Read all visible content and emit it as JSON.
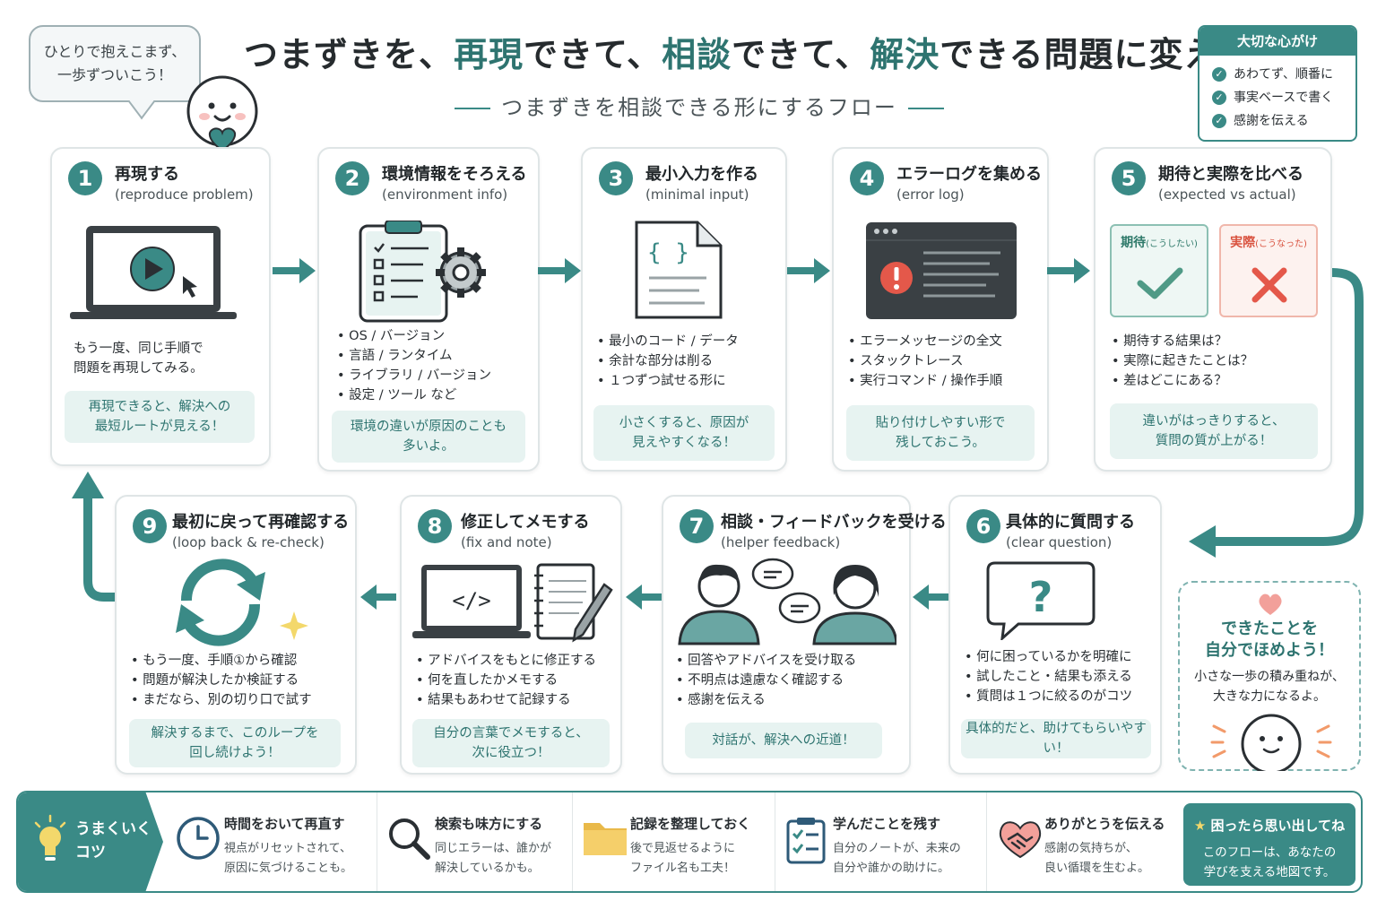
{
  "header": {
    "title_parts": [
      "つまずきを、",
      "再現",
      "できて、",
      "相談",
      "できて、",
      "解決",
      "できる問題に変える"
    ],
    "subtitle": "つまずきを相談できる形にするフロー"
  },
  "bubble": {
    "line1": "ひとりで抱えこまず、",
    "line2": "一歩ずついこう！"
  },
  "mindset": {
    "title": "大切な心がけ",
    "items": [
      "あわてず、順番に",
      "事実ベースで書く",
      "感謝を伝える"
    ]
  },
  "steps": [
    {
      "num": "1",
      "title": "再現する",
      "en": "(reproduce problem)",
      "desc": [
        "もう一度、同じ手順で",
        "問題を再現してみる。"
      ],
      "tip": "再現できると、解決への\n最短ルートが見える！"
    },
    {
      "num": "2",
      "title": "環境情報をそろえる",
      "en": "(environment info)",
      "bullets": [
        "OS / バージョン",
        "言語 / ランタイム",
        "ライブラリ / バージョン",
        "設定 / ツール など"
      ],
      "tip": "環境の違いが原因のことも\n多いよ。"
    },
    {
      "num": "3",
      "title": "最小入力を作る",
      "en": "(minimal input)",
      "bullets": [
        "最小のコード / データ",
        "余計な部分は削る",
        "１つずつ試せる形に"
      ],
      "tip": "小さくすると、原因が\n見えやすくなる！"
    },
    {
      "num": "4",
      "title": "エラーログを集める",
      "en": "(error log)",
      "bullets": [
        "エラーメッセージの全文",
        "スタックトレース",
        "実行コマンド / 操作手順"
      ],
      "tip": "貼り付けしやすい形で\n残しておこう。"
    },
    {
      "num": "5",
      "title": "期待と実際を比べる",
      "en": "(expected vs actual)",
      "expected": "期待",
      "expected_sub": "(こうしたい)",
      "actual": "実際",
      "actual_sub": "(こうなった)",
      "bullets": [
        "期待する結果は？",
        "実際に起きたことは？",
        "差はどこにある？"
      ],
      "tip": "違いがはっきりすると、\n質問の質が上がる！"
    },
    {
      "num": "6",
      "title": "具体的に質問する",
      "en": "(clear question)",
      "bullets": [
        "何に困っているかを明確に",
        "試したこと・結果も添える",
        "質問は１つに絞るのがコツ"
      ],
      "tip": "具体的だと、助けてもらいやすい！"
    },
    {
      "num": "7",
      "title": "相談・フィードバックを受ける",
      "en": "(helper feedback)",
      "bullets": [
        "回答やアドバイスを受け取る",
        "不明点は遠慮なく確認する",
        "感謝を伝える"
      ],
      "tip": "対話が、解決への近道！"
    },
    {
      "num": "8",
      "title": "修正してメモする",
      "en": "(fix and note)",
      "bullets": [
        "アドバイスをもとに修正する",
        "何を直したかメモする",
        "結果もあわせて記録する"
      ],
      "tip": "自分の言葉でメモすると、\n次に役立つ！"
    },
    {
      "num": "9",
      "title": "最初に戻って再確認する",
      "en": "(loop back & re-check)",
      "bullets": [
        "もう一度、手順①から確認",
        "問題が解決したか検証する",
        "まだなら、別の切り口で試す"
      ],
      "tip": "解決するまで、このループを\n回し続けよう！"
    }
  ],
  "praise": {
    "title": "できたことを\n自分でほめよう！",
    "body": "小さな一歩の積み重ねが、\n大きな力になるよ。"
  },
  "tips": {
    "label": "うまくいく\nコツ",
    "items": [
      {
        "icon": "clock-icon",
        "title": "時間をおいて再直す",
        "body": "視点がリセットされて、\n原因に気づけることも。"
      },
      {
        "icon": "magnifier-icon",
        "title": "検索も味方にする",
        "body": "同じエラーは、誰かが\n解決しているかも。"
      },
      {
        "icon": "folder-icon",
        "title": "記録を整理しておく",
        "body": "後で見返せるように\nファイル名も工夫！"
      },
      {
        "icon": "clipboard-icon",
        "title": "学んだことを残す",
        "body": "自分のノートが、未来の\n自分や誰かの助けに。"
      },
      {
        "icon": "handshake-heart-icon",
        "title": "ありがとうを伝える",
        "body": "感謝の気持ちが、\n良い循環を生むよ。"
      }
    ],
    "final_title": "困ったら思い出してね",
    "final_body": "このフローは、あなたの\n学びを支える地図です。"
  },
  "colors": {
    "accent": "#3a8a86",
    "accent_dark": "#2e7470",
    "tip_bg": "#e7f3f1",
    "error_red": "#e4584a",
    "expected_green": "#4f9a86"
  }
}
